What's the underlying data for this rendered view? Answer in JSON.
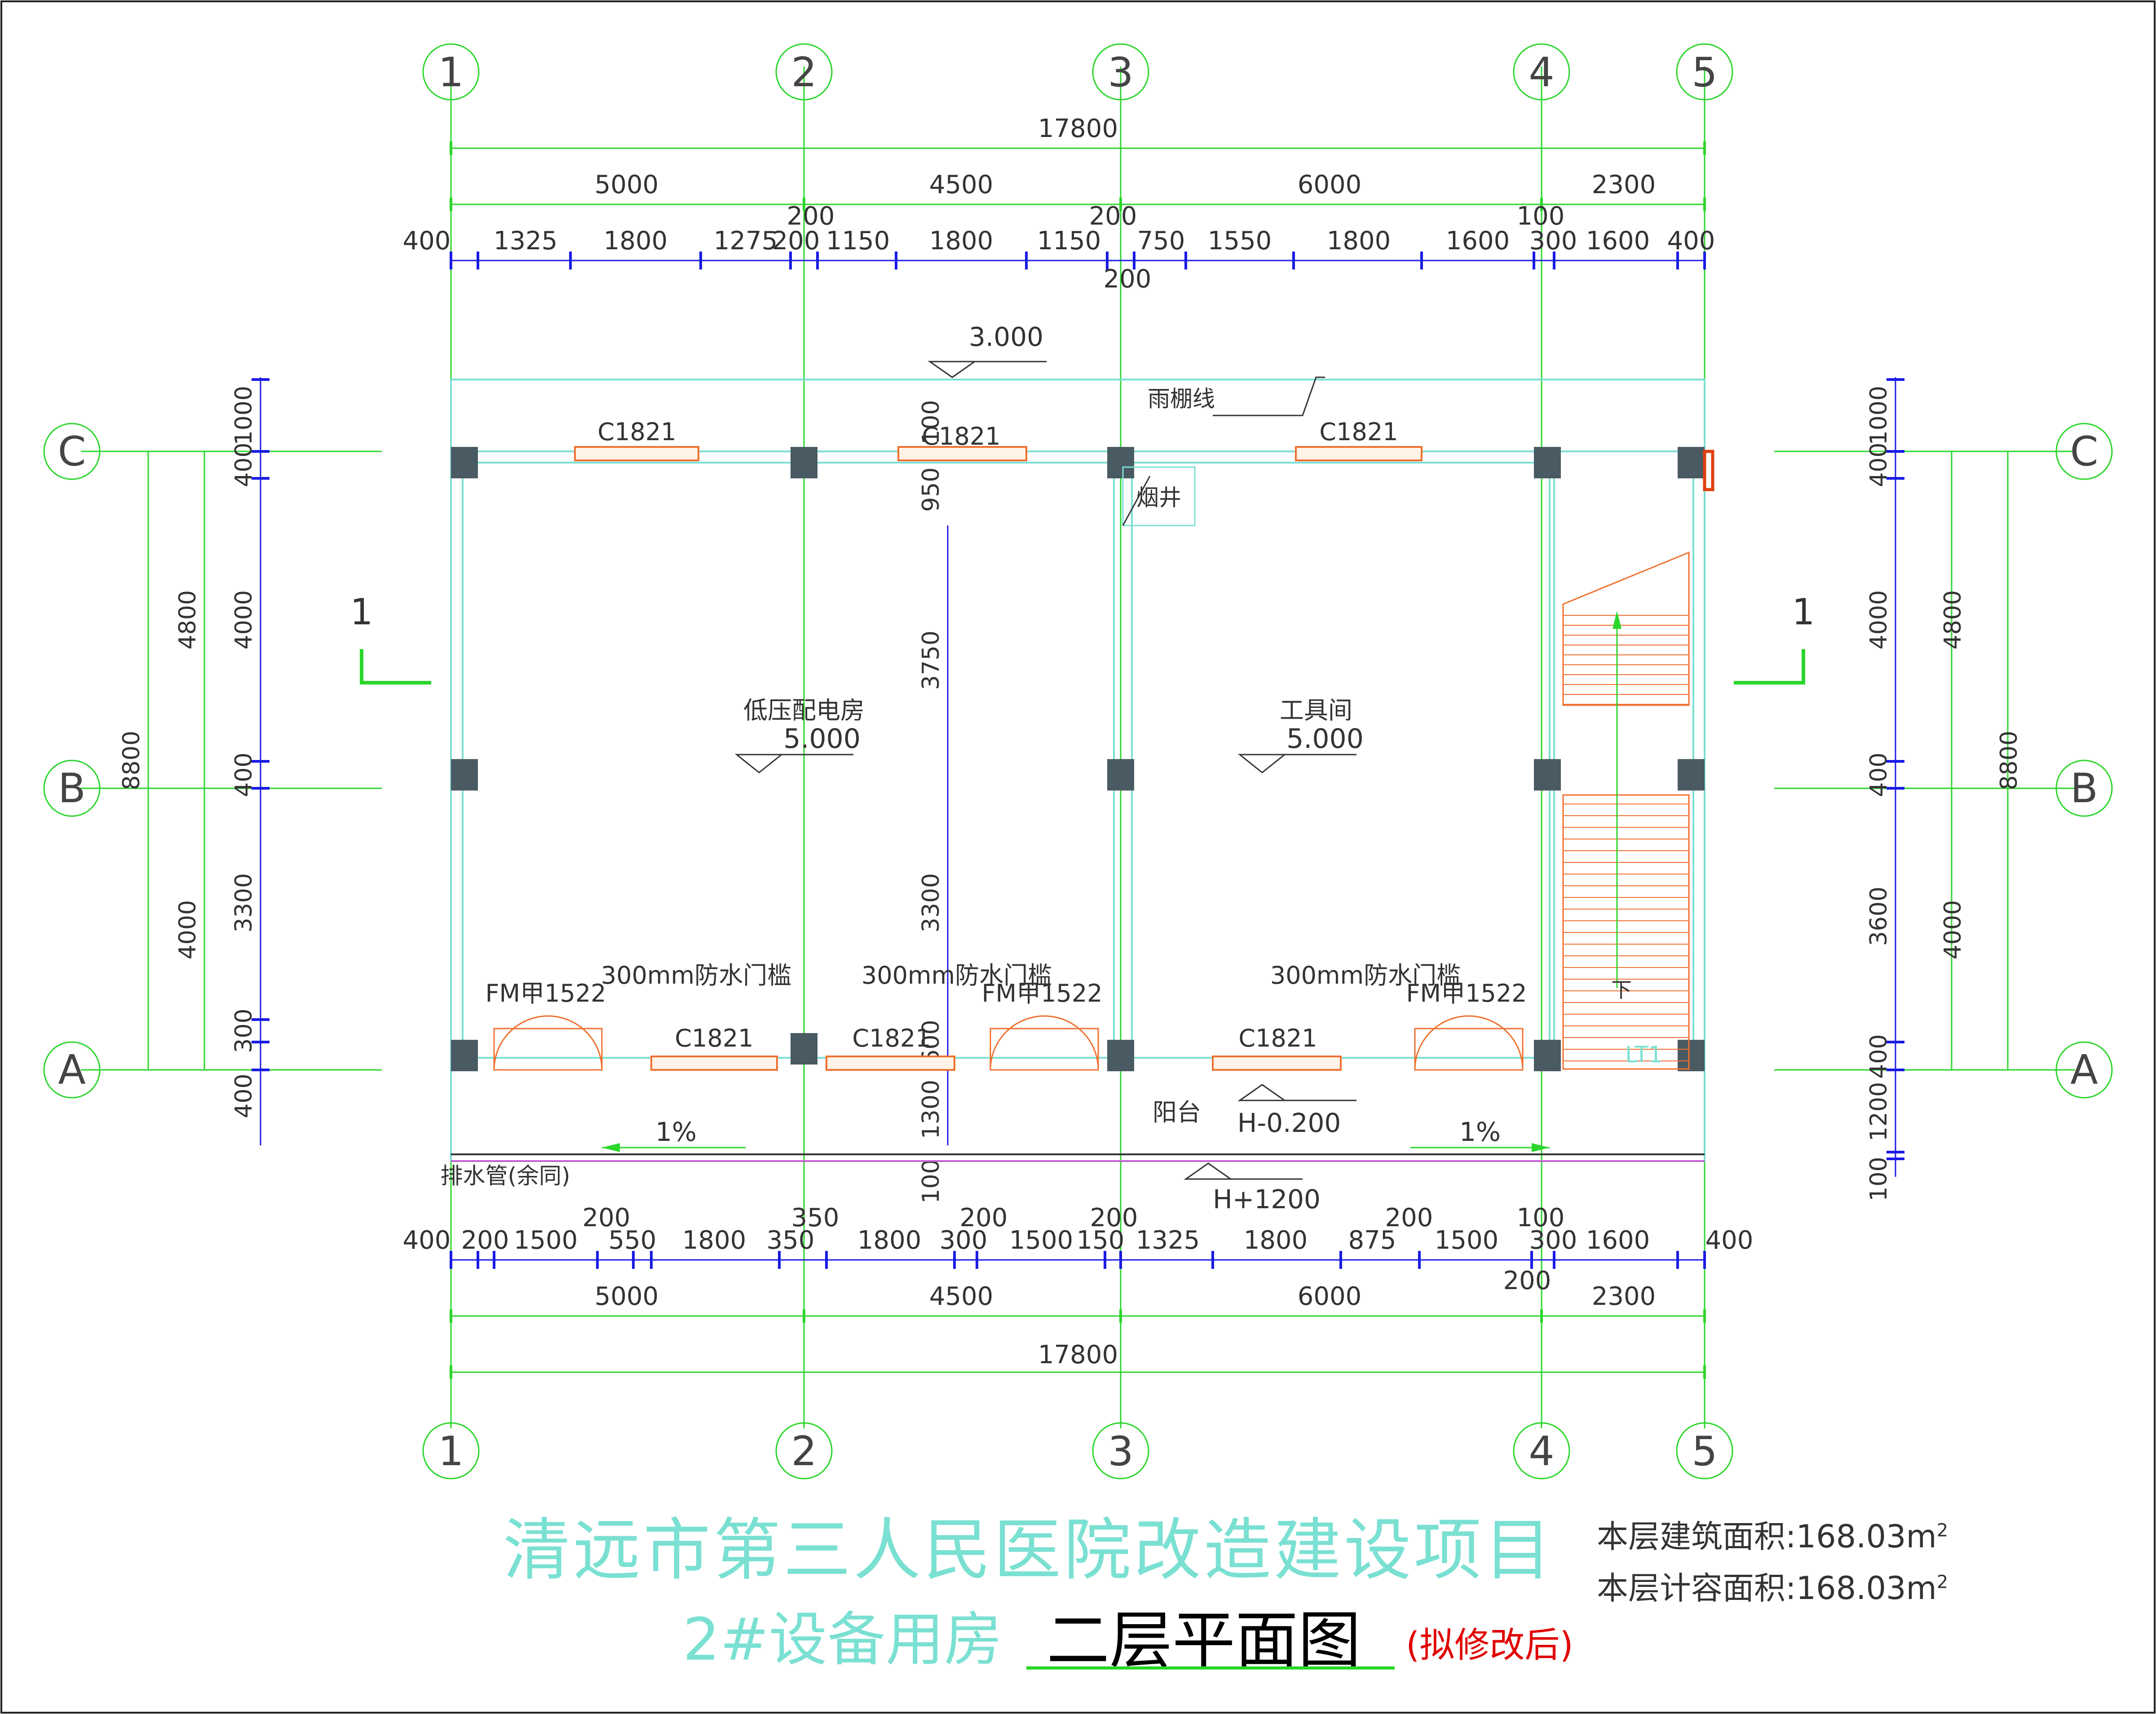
{
  "axes": {
    "columns": [
      "1",
      "2",
      "3",
      "4",
      "5"
    ],
    "rows": [
      "C",
      "B",
      "A"
    ]
  },
  "dims": {
    "overall_top": "17800",
    "overall_bottom": "17800",
    "bays_top": [
      "5000",
      "4500",
      "6000",
      "2300"
    ],
    "bays_bottom": [
      "5000",
      "4500",
      "6000",
      "2300"
    ],
    "detail_top": [
      "400",
      "1325",
      "1800",
      "1275",
      "200",
      "1150",
      "1800",
      "1150",
      "750",
      "1550",
      "1800",
      "1600",
      "300",
      "1600",
      "400"
    ],
    "detail_top_extra": [
      "200",
      "200",
      "200",
      "100"
    ],
    "detail_bottom": [
      "400",
      "200",
      "1500",
      "550",
      "1800",
      "350",
      "1800",
      "300",
      "1500",
      "150",
      "1325",
      "1800",
      "875",
      "1500",
      "300",
      "1600",
      "400"
    ],
    "detail_bottom_extra": [
      "200",
      "350",
      "200",
      "200",
      "200",
      "100",
      "200"
    ],
    "left_total": "8800",
    "left_bays": [
      "4800",
      "4000"
    ],
    "left_detail": [
      "400",
      "1000",
      "4000",
      "400",
      "3300",
      "300",
      "400"
    ],
    "right_total": "8800",
    "right_bays": [
      "4800",
      "4000"
    ],
    "right_detail": [
      "400",
      "1000",
      "4000",
      "400",
      "3600",
      "400",
      "1200",
      "100"
    ],
    "mid_detail": [
      "100",
      "950",
      "3750",
      "3300",
      "600",
      "1300",
      "100"
    ]
  },
  "labels": {
    "canopy_level": "3.000",
    "canopy_line": "雨棚线",
    "window": "C1821",
    "chimney": "烟井",
    "room_left": "低压配电房",
    "room_left_level": "5.000",
    "room_right": "工具间",
    "room_right_level": "5.000",
    "door": "FM甲1522",
    "threshold": "300mm防水门槛",
    "balcony": "阳台",
    "balcony_level": "H-0.200",
    "slope": "1%",
    "drain": "排水管(余同)",
    "bottom_level": "H+1200",
    "stair_down": "下",
    "stair_id": "LT1",
    "section_mark": "1"
  },
  "title": {
    "line1": "清远市第三人民医院改造建设项目",
    "line2": "2#设备用房",
    "line3": "二层平面图",
    "note": "(拟修改后)"
  },
  "area": {
    "building_label": "本层建筑面积:",
    "building_value": "168.03m",
    "plot_label": "本层计容面积:",
    "plot_value": "168.03m",
    "unit_sup": "2"
  },
  "colors": {
    "axis": "#2bd62b",
    "dimension": "#1a1ae6",
    "wall": "#7ae0d2",
    "window": "#f07030",
    "column": "#4a5a62",
    "title": "#7ae0d2"
  }
}
